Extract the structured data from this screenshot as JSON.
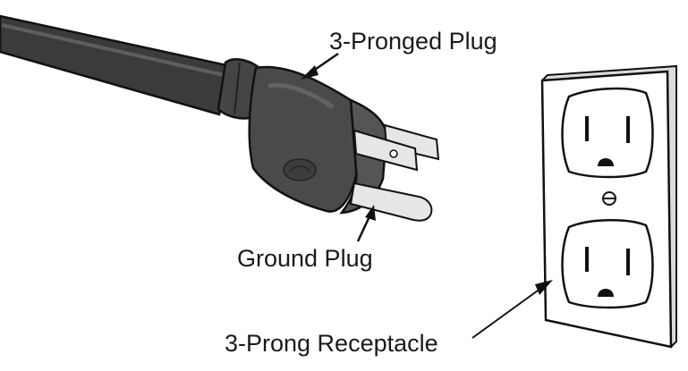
{
  "labels": {
    "pronged_plug": "3-Pronged Plug",
    "ground_plug": "Ground Plug",
    "receptacle": "3-Prong Receptacle"
  },
  "colors": {
    "cord": "#3b3b3b",
    "plug_body": "#4a4a4a",
    "prong": "#e6e6e6",
    "outline": "#111111",
    "plate": "#ffffff"
  }
}
